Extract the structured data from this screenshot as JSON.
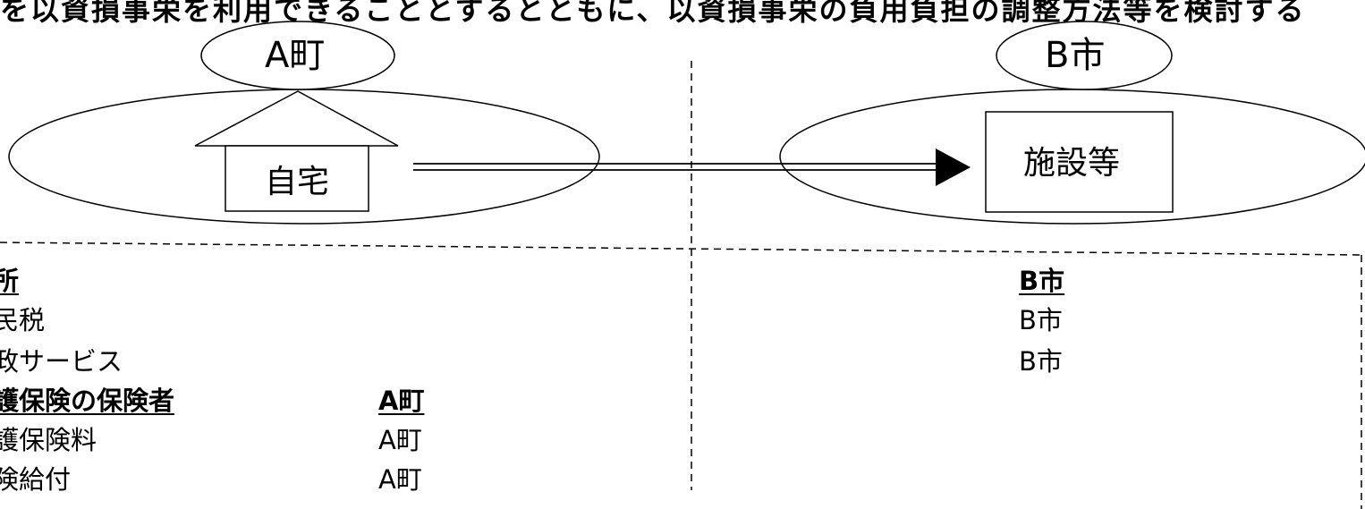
{
  "header_text": "を以資損事栄を利用できることとするとともに、以資損事栄の負用負担の調整方法等を検討する",
  "diagram": {
    "left_region": {
      "label": "A町",
      "home_label": "自宅"
    },
    "right_region": {
      "label": "B市",
      "facility_label": "施設等"
    }
  },
  "table": {
    "left_rows": [
      {
        "text": "所",
        "bold": true
      },
      {
        "text": "民税",
        "bold": false
      },
      {
        "text": "政サービス",
        "bold": false
      },
      {
        "text": "護保険の保険者",
        "bold": true
      },
      {
        "text": "護保険料",
        "bold": false
      },
      {
        "text": "険給付",
        "bold": false
      }
    ],
    "middle_values": [
      {
        "text": "A町",
        "bold": true
      },
      {
        "text": "A町",
        "bold": false
      },
      {
        "text": "A町",
        "bold": false
      }
    ],
    "right_values": [
      {
        "text": "B市",
        "bold": true
      },
      {
        "text": "B市",
        "bold": false
      },
      {
        "text": "B市",
        "bold": false
      }
    ]
  }
}
